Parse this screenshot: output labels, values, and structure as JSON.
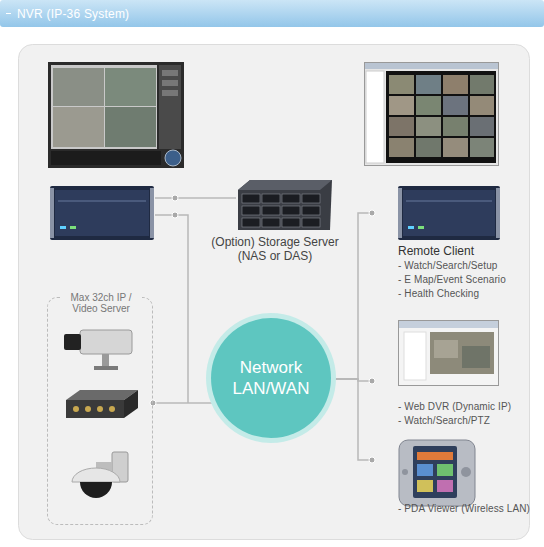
{
  "diagram": {
    "title": "NVR (IP-36 System)",
    "nodes": [
      {
        "text": [
          "(Option) Storage Server (NAS or DAS)"
        ]
      },
      {
        "text": [
          "Remote Client",
          "- Watch/Search/Setup",
          "- E Map/Event Scenario",
          "- Health Checking"
        ]
      },
      {
        "text": [
          "Max 32ch IP / Video Server"
        ]
      },
      {
        "text": [
          "Network LAN/WAN"
        ]
      },
      {
        "text": [
          "- Web DVR (Dynamic IP)",
          "- Watch/Search/PTZ"
        ]
      },
      {
        "text": [
          "- PDA Viewer (Wireless LAN)"
        ]
      }
    ],
    "edges": [
      {
        "from": 2,
        "to": 3,
        "arrow": "none"
      },
      {
        "from": 3,
        "to": 1,
        "arrow": "none"
      },
      {
        "from": 3,
        "to": 4,
        "arrow": "none"
      },
      {
        "from": 3,
        "to": 5,
        "arrow": "none"
      }
    ]
  }
}
